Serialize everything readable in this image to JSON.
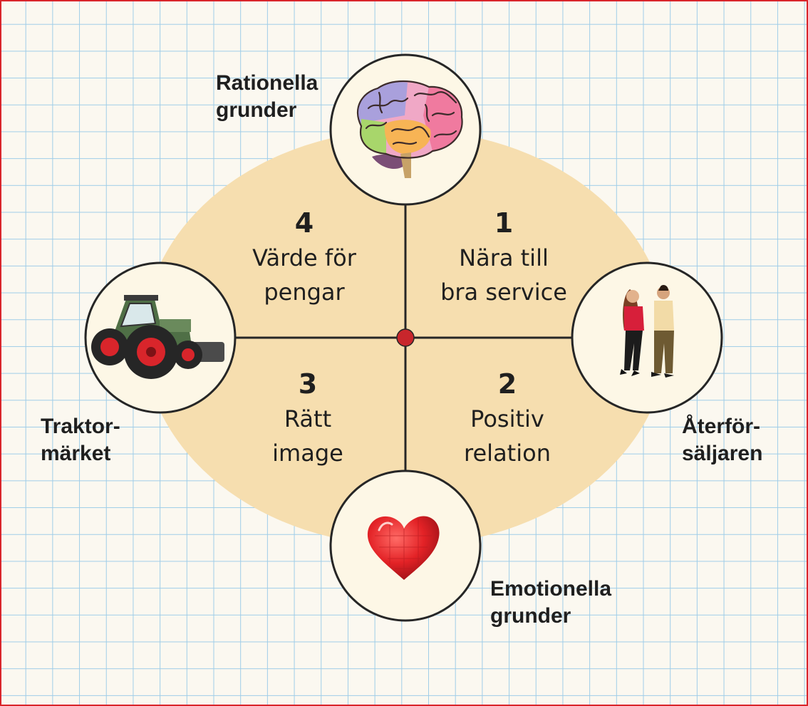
{
  "labels": {
    "top": "Rationella\ngrunder",
    "bottom": "Emotionella\ngrunder",
    "left": "Traktor-\nmärket",
    "right": "Återför-\nsäljaren"
  },
  "quadrants": [
    {
      "num": "1",
      "text": "Nära till\nbra service"
    },
    {
      "num": "2",
      "text": "Positiv\nrelation"
    },
    {
      "num": "3",
      "text": "Rätt\nimage"
    },
    {
      "num": "4",
      "text": "Värde för\npengar"
    }
  ],
  "icons": {
    "top": "brain-icon",
    "bottom": "heart-icon",
    "left": "tractor-icon",
    "right": "couple-icon"
  },
  "colors": {
    "ellipse": "#f6deaf",
    "grid": "#9fcde8",
    "frame": "#d9252b",
    "center_dot": "#c8262c",
    "circle_fill": "#fdf7e6"
  }
}
